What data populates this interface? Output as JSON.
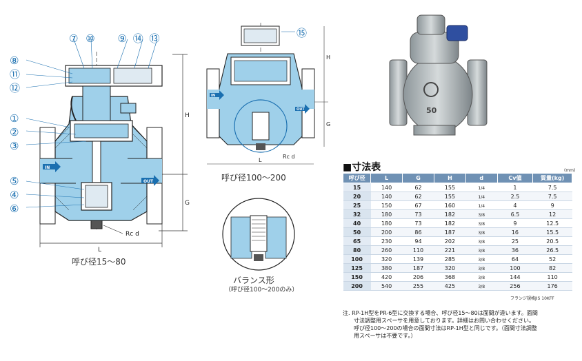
{
  "drawing_main": {
    "caption": "呼び径15〜80",
    "callouts": [
      "①",
      "②",
      "③",
      "④",
      "⑤",
      "⑥",
      "⑦",
      "⑧",
      "⑨",
      "⑩",
      "⑪",
      "⑫",
      "⑬",
      "⑭"
    ],
    "labels": {
      "in": "IN",
      "out": "OUT",
      "h": "H",
      "g": "G",
      "l": "L",
      "rc": "Rc d"
    }
  },
  "drawing_large": {
    "caption": "呼び径100〜200",
    "callout": "⑮",
    "labels": {
      "in": "IN",
      "out": "OUT",
      "h": "H",
      "g": "G",
      "l": "L",
      "rc": "Rc d"
    }
  },
  "drawing_balance": {
    "caption": "バランス形",
    "subcaption": "（呼び径100〜200のみ）"
  },
  "photo": {
    "marking": "50"
  },
  "dimension_table": {
    "title": "■寸法表",
    "unit": "(mm)",
    "headers": [
      "呼び径",
      "L",
      "G",
      "H",
      "d",
      "Cv値",
      "質量(kg)"
    ],
    "rows": [
      {
        "dn": "15",
        "l": "140",
        "g": "62",
        "h": "155",
        "d_num": "1",
        "d_den": "4",
        "cv": "1",
        "mass": "7.5"
      },
      {
        "dn": "20",
        "l": "140",
        "g": "62",
        "h": "155",
        "d_num": "1",
        "d_den": "4",
        "cv": "2.5",
        "mass": "7.5"
      },
      {
        "dn": "25",
        "l": "150",
        "g": "67",
        "h": "160",
        "d_num": "1",
        "d_den": "4",
        "cv": "4",
        "mass": "9"
      },
      {
        "dn": "32",
        "l": "180",
        "g": "73",
        "h": "182",
        "d_num": "3",
        "d_den": "8",
        "cv": "6.5",
        "mass": "12"
      },
      {
        "dn": "40",
        "l": "180",
        "g": "73",
        "h": "182",
        "d_num": "3",
        "d_den": "8",
        "cv": "9",
        "mass": "12.5"
      },
      {
        "dn": "50",
        "l": "200",
        "g": "86",
        "h": "187",
        "d_num": "3",
        "d_den": "8",
        "cv": "16",
        "mass": "15.5"
      },
      {
        "dn": "65",
        "l": "230",
        "g": "94",
        "h": "202",
        "d_num": "3",
        "d_den": "8",
        "cv": "25",
        "mass": "20.5"
      },
      {
        "dn": "80",
        "l": "260",
        "g": "110",
        "h": "221",
        "d_num": "3",
        "d_den": "8",
        "cv": "36",
        "mass": "26.5"
      },
      {
        "dn": "100",
        "l": "320",
        "g": "139",
        "h": "285",
        "d_num": "3",
        "d_den": "8",
        "cv": "64",
        "mass": "52"
      },
      {
        "dn": "125",
        "l": "380",
        "g": "187",
        "h": "320",
        "d_num": "3",
        "d_den": "8",
        "cv": "100",
        "mass": "82"
      },
      {
        "dn": "150",
        "l": "420",
        "g": "206",
        "h": "368",
        "d_num": "3",
        "d_den": "8",
        "cv": "144",
        "mass": "110"
      },
      {
        "dn": "200",
        "l": "540",
        "g": "255",
        "h": "425",
        "d_num": "3",
        "d_den": "8",
        "cv": "256",
        "mass": "176"
      }
    ],
    "footnote": "フランジ規格JIS 10KFF"
  },
  "note": {
    "line1": "注. RP-1H型をPR-6型に交換する場合、呼び径15〜80は面間が違います。面間",
    "line2": "寸法調整用スペーサを用意しております。詳細はお問い合わせください。",
    "line3": "呼び径100〜200の場合の面間寸法はRP-1H型と同じです。（面間寸法調整",
    "line4": "用スペーサは不要です。）"
  },
  "colors": {
    "valve_blue": "#9fd0ea",
    "outline": "#222222",
    "callout": "#1a6fb0",
    "header": "#6f91b4"
  }
}
